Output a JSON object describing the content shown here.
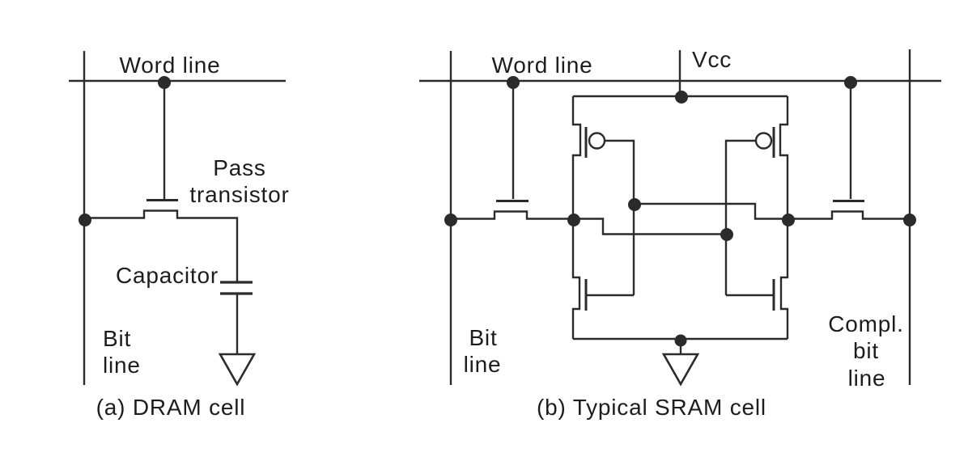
{
  "diagram": {
    "colors": {
      "line": "#2b2b2b",
      "text": "#1d1d1d",
      "background": "#ffffff"
    },
    "dram": {
      "word_line": "Word line",
      "pass_line1": "Pass",
      "pass_line2": "transistor",
      "capacitor": "Capacitor",
      "bit_line1": "Bit",
      "bit_line2": "line",
      "caption": "(a) DRAM cell"
    },
    "sram": {
      "word_line": "Word line",
      "vcc": "Vcc",
      "bit_line1": "Bit",
      "bit_line2": "line",
      "compl_line1": "Compl.",
      "compl_line2": "bit",
      "compl_line3": "line",
      "caption": "(b) Typical SRAM cell"
    }
  }
}
